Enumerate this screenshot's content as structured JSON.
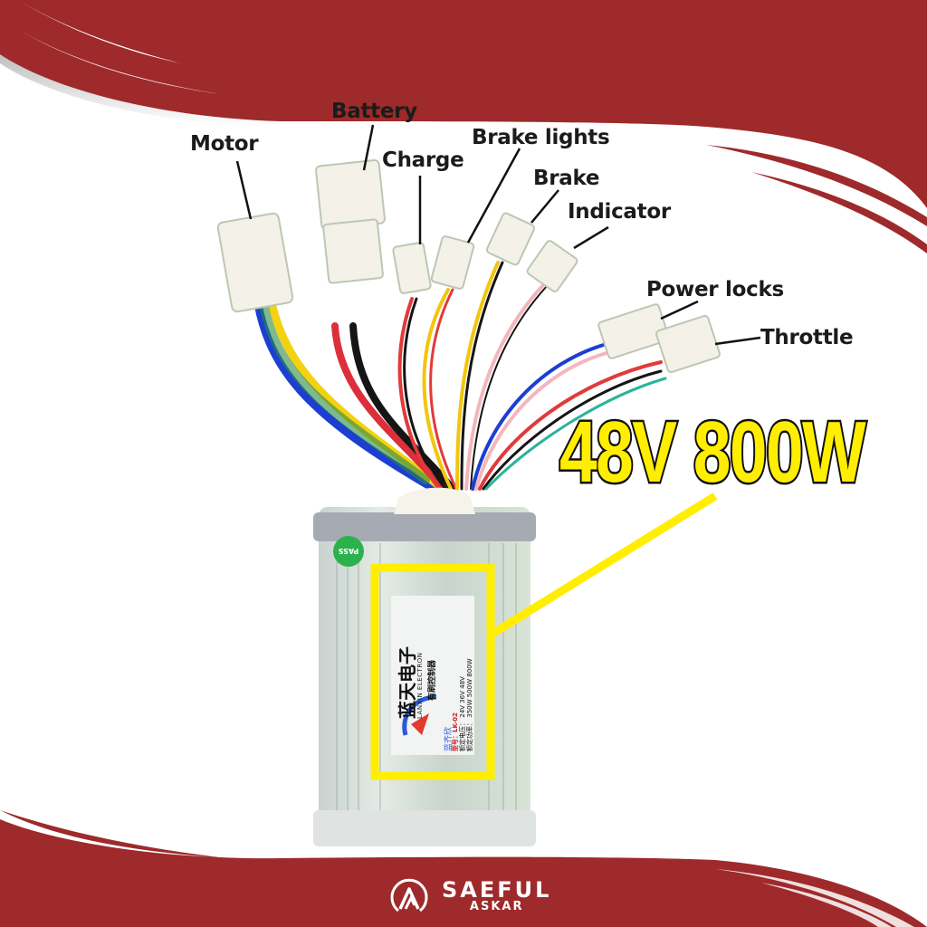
{
  "colors": {
    "banner": "#9e2a2b",
    "headline_fill": "#ffee00",
    "headline_stroke": "#111111",
    "highlight_box": "#ffee00",
    "pass_sticker": "#2bb24c"
  },
  "labels": {
    "motor": "Motor",
    "battery": "Battery",
    "charge": "Charge",
    "brake_lights": "Brake lights",
    "brake": "Brake",
    "indicator": "Indicator",
    "power_locks": "Power locks",
    "throttle": "Throttle"
  },
  "headline": "48V 800W",
  "controller": {
    "pass_sticker": "PASS",
    "nameplate": {
      "brand_cn": "蓝天电子",
      "brand_en": "LANXIN ELECTRON",
      "product_cn": "有刷控制器",
      "logo_cn": "蓝齐欣",
      "model_label": "型号：",
      "model": "LK-02",
      "voltage_label": "额定电压：",
      "voltage_options": [
        "24V",
        "36V",
        "48V"
      ],
      "power_label": "额定功率：",
      "power_options": [
        "350W",
        "500W",
        "800W"
      ]
    }
  },
  "brand": {
    "name": "SAEFUL",
    "sub": "ASKAR"
  }
}
